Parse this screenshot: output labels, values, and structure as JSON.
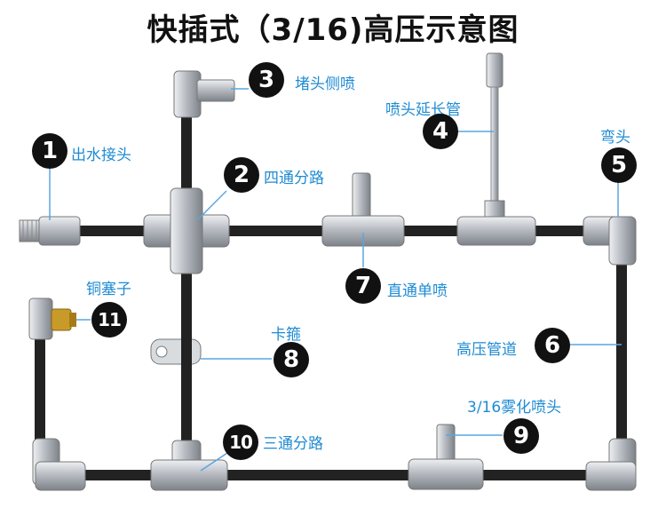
{
  "title": "快插式（3/16)高压示意图",
  "components": [
    {
      "num": "1",
      "label": "出水接头"
    },
    {
      "num": "2",
      "label": "四通分路"
    },
    {
      "num": "3",
      "label": "堵头侧喷"
    },
    {
      "num": "4",
      "label": "喷头延长管"
    },
    {
      "num": "5",
      "label": "弯头"
    },
    {
      "num": "6",
      "label": "高压管道"
    },
    {
      "num": "7",
      "label": "直通单喷"
    },
    {
      "num": "8",
      "label": "卡箍"
    },
    {
      "num": "9",
      "label": "3/16雾化喷头"
    },
    {
      "num": "10",
      "label": "三通分路"
    },
    {
      "num": "11",
      "label": "铜塞子"
    }
  ],
  "colors": {
    "pipe": "#222222",
    "metal": "#b8bcc2",
    "label": "#1f8bd3",
    "badge": "#111111",
    "brass": "#c89a2a",
    "leader": "#5aa6e0"
  }
}
